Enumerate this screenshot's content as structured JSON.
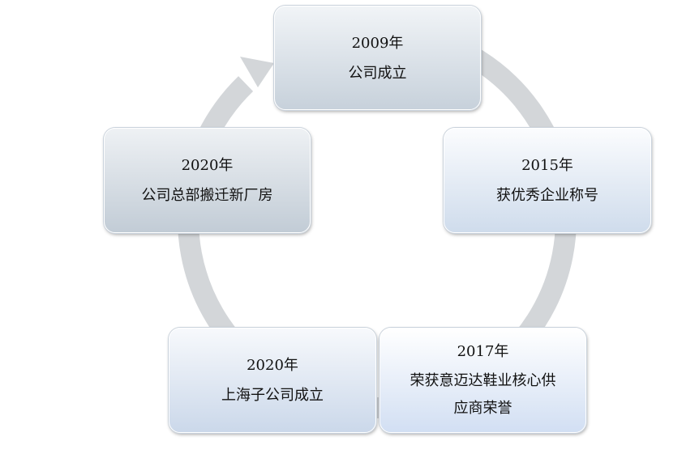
{
  "nodes": [
    {
      "year": "2009年",
      "lines": [
        "公司成立"
      ]
    },
    {
      "year": "2015年",
      "lines": [
        "获优秀企业称号"
      ]
    },
    {
      "year": "2017年",
      "lines": [
        "荣获意迈达鞋业核心供",
        "应商荣誉"
      ]
    },
    {
      "year": "2020年",
      "lines": [
        "上海子公司成立"
      ]
    },
    {
      "year": "2020年",
      "lines": [
        "公司总部搬迁新厂房"
      ]
    }
  ],
  "colors": {
    "arrow": "#d3d6d9",
    "node_border": "#ffffff",
    "text": "#111111"
  }
}
